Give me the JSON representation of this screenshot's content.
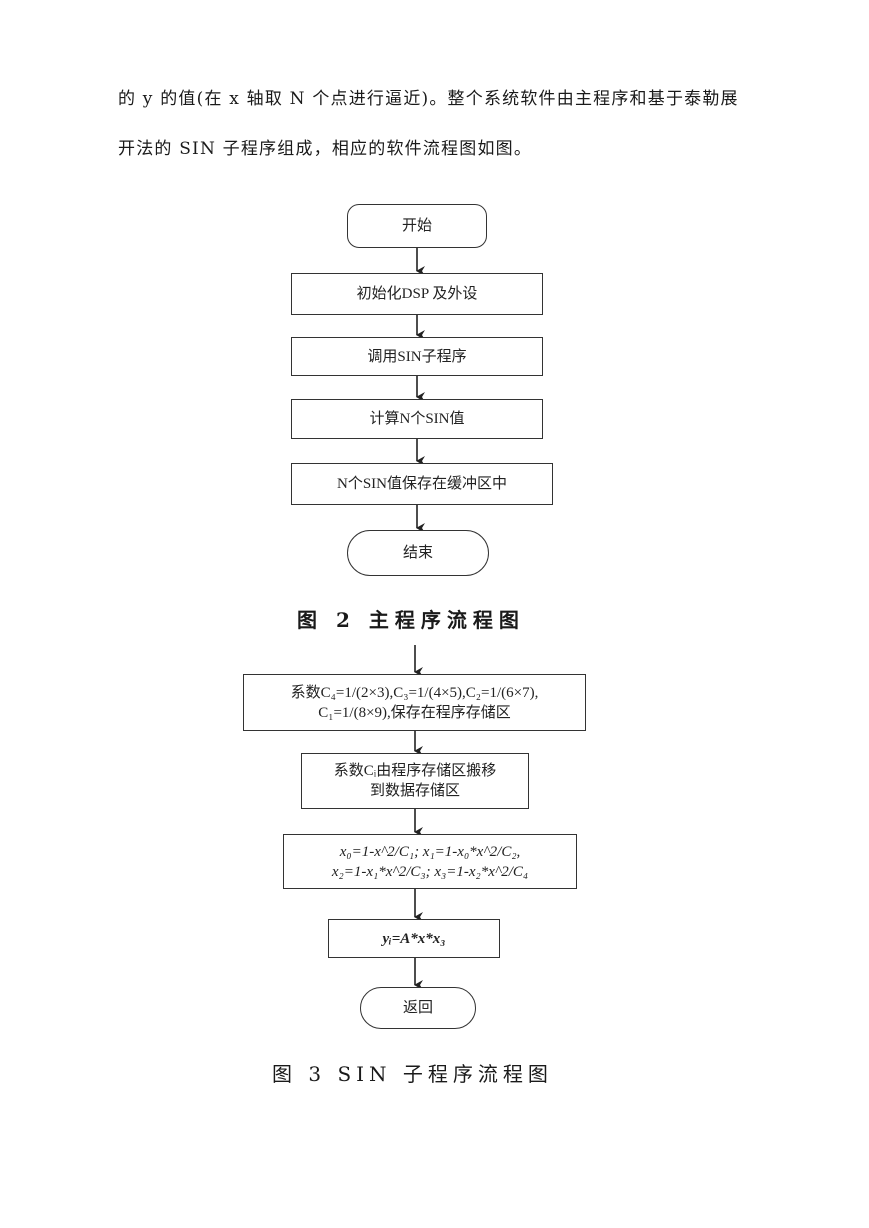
{
  "paragraph": {
    "line1": "的 y 的值(在 x 轴取 N 个点进行逼近)。整个系统软件由主程序和基于泰勒展",
    "line2": "开法的 SIN 子程序组成，相应的软件流程图如图。"
  },
  "figure2": {
    "nodes": {
      "start": "开始",
      "init": "初始化DSP 及外设",
      "call_sin": "调用SIN子程序",
      "calc": "计算N个SIN值",
      "save": "N个SIN值保存在缓冲区中",
      "end": "结束"
    },
    "caption": "图 2  主程序流程图"
  },
  "figure3": {
    "nodes": {
      "coef_line1": "系数C₄=1/(2×3),C₃=1/(4×5),C₂=1/(6×7),",
      "coef_line2": "C₁=1/(8×9),保存在程序存储区",
      "move_line1": "系数Cᵢ由程序存储区搬移",
      "move_line2": "到数据存储区",
      "calc_line1": "x₀=1-x^2/C₁; x₁=1-x₀*x^2/C₂,",
      "calc_line2": "x₂=1-x₁*x^2/C₃; x₃=1-x₂*x^2/C₄",
      "result": "yᵢ=A*x*x₃",
      "return": "返回"
    },
    "caption": "图 3  SIN 子程序流程图"
  }
}
